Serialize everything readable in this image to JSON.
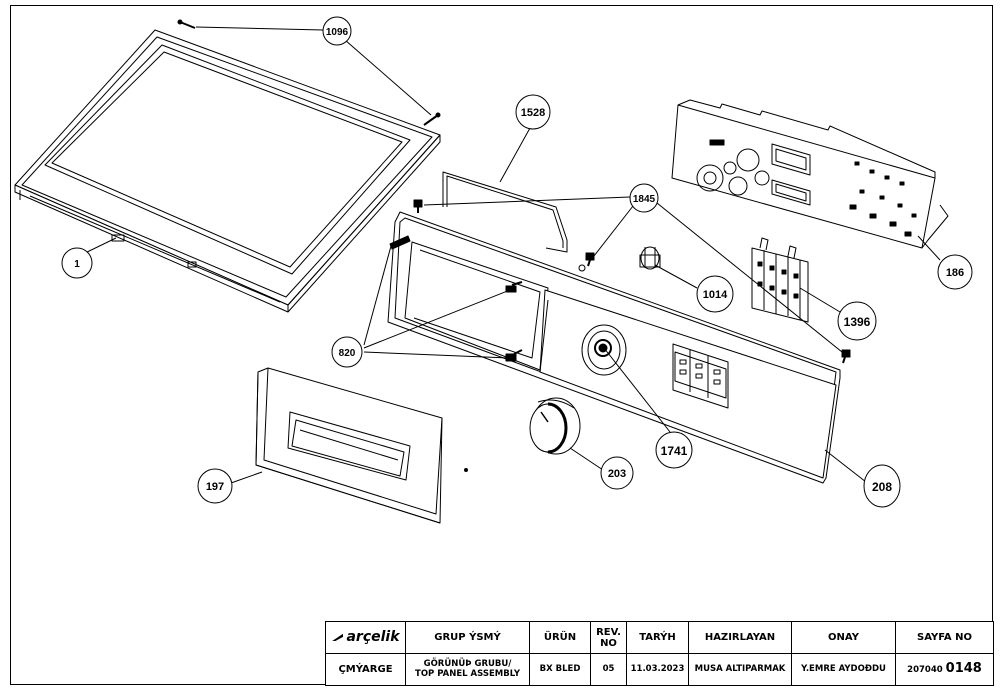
{
  "callouts": {
    "c1096": "1096",
    "c1528": "1528",
    "c1845": "1845",
    "c1": "1",
    "c186": "186",
    "c1014": "1014",
    "c1396": "1396",
    "c820": "820",
    "c1741": "1741",
    "c203": "203",
    "c208": "208",
    "c197": "197"
  },
  "title_block": {
    "logo_text": "arçelik",
    "dept": "ÇMÝARGE",
    "headers": {
      "group_name": "GRUP ÝSMÝ",
      "product": "ÜRÜN",
      "rev_no": "REV. NO",
      "date": "TARÝH",
      "prepared": "HAZIRLAYAN",
      "approval": "ONAY",
      "page_no": "SAYFA NO"
    },
    "values": {
      "group_name_line1": "GÖRÜNÜÞ GRUBU/",
      "group_name_line2": "TOP PANEL ASSEMBLY",
      "product": "BX BLED",
      "rev_no": "05",
      "date": "11.03.2023",
      "prepared": "MUSA ALTIPARMAK",
      "approval": "Y.EMRE AYDOÐDU",
      "page_prefix": "207040",
      "page_suffix": "0148"
    }
  }
}
